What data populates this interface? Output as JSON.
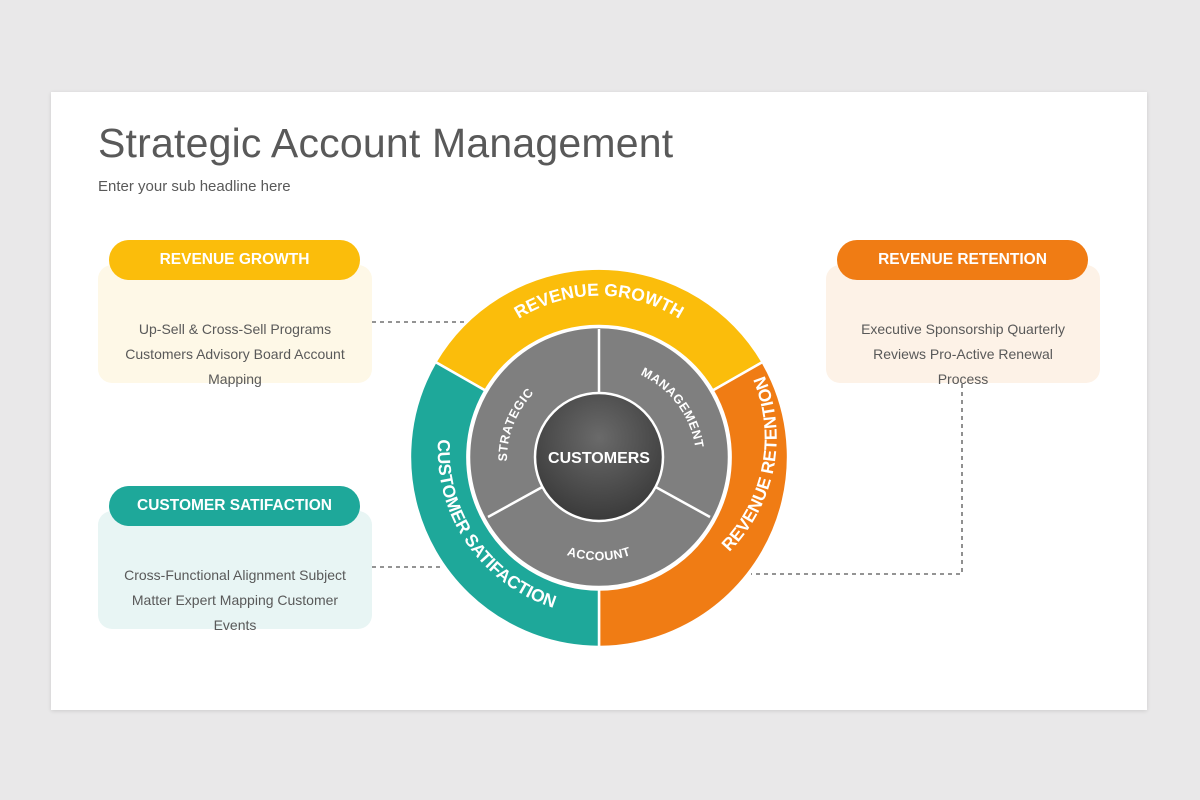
{
  "title": "Strategic Account Management",
  "subtitle": "Enter your sub headline here",
  "colors": {
    "yellow": "#FBBD0B",
    "orange": "#F07C14",
    "teal": "#1EA89A",
    "gray": "#7F7F7F",
    "center": "#4A4A4A"
  },
  "cards": {
    "revenue_growth": {
      "heading": "REVENUE GROWTH",
      "lines": [
        "Up-Sell & Cross-Sell Programs",
        "Customers Advisory Board Account",
        "Mapping"
      ]
    },
    "customer_satisfaction": {
      "heading": "CUSTOMER SATIFACTION",
      "lines": [
        "Cross-Functional Alignment Subject",
        "Matter Expert Mapping Customer",
        "Events"
      ]
    },
    "revenue_retention": {
      "heading": "REVENUE RETENTION",
      "lines": [
        "Executive Sponsorship Quarterly",
        "Reviews Pro-Active Renewal",
        "Process"
      ]
    }
  },
  "wheel": {
    "center_label": "CUSTOMERS",
    "inner_segments": {
      "strategic": "STRATEGIC",
      "management": "MANAGEMENT",
      "account": "ACCOUNT"
    },
    "outer_segments": {
      "revenue_growth": "REVENUE GROWTH",
      "revenue_retention": "REVENUE RETENTION",
      "customer_satisfaction": "CUSTOMER SATIFACTION"
    }
  }
}
